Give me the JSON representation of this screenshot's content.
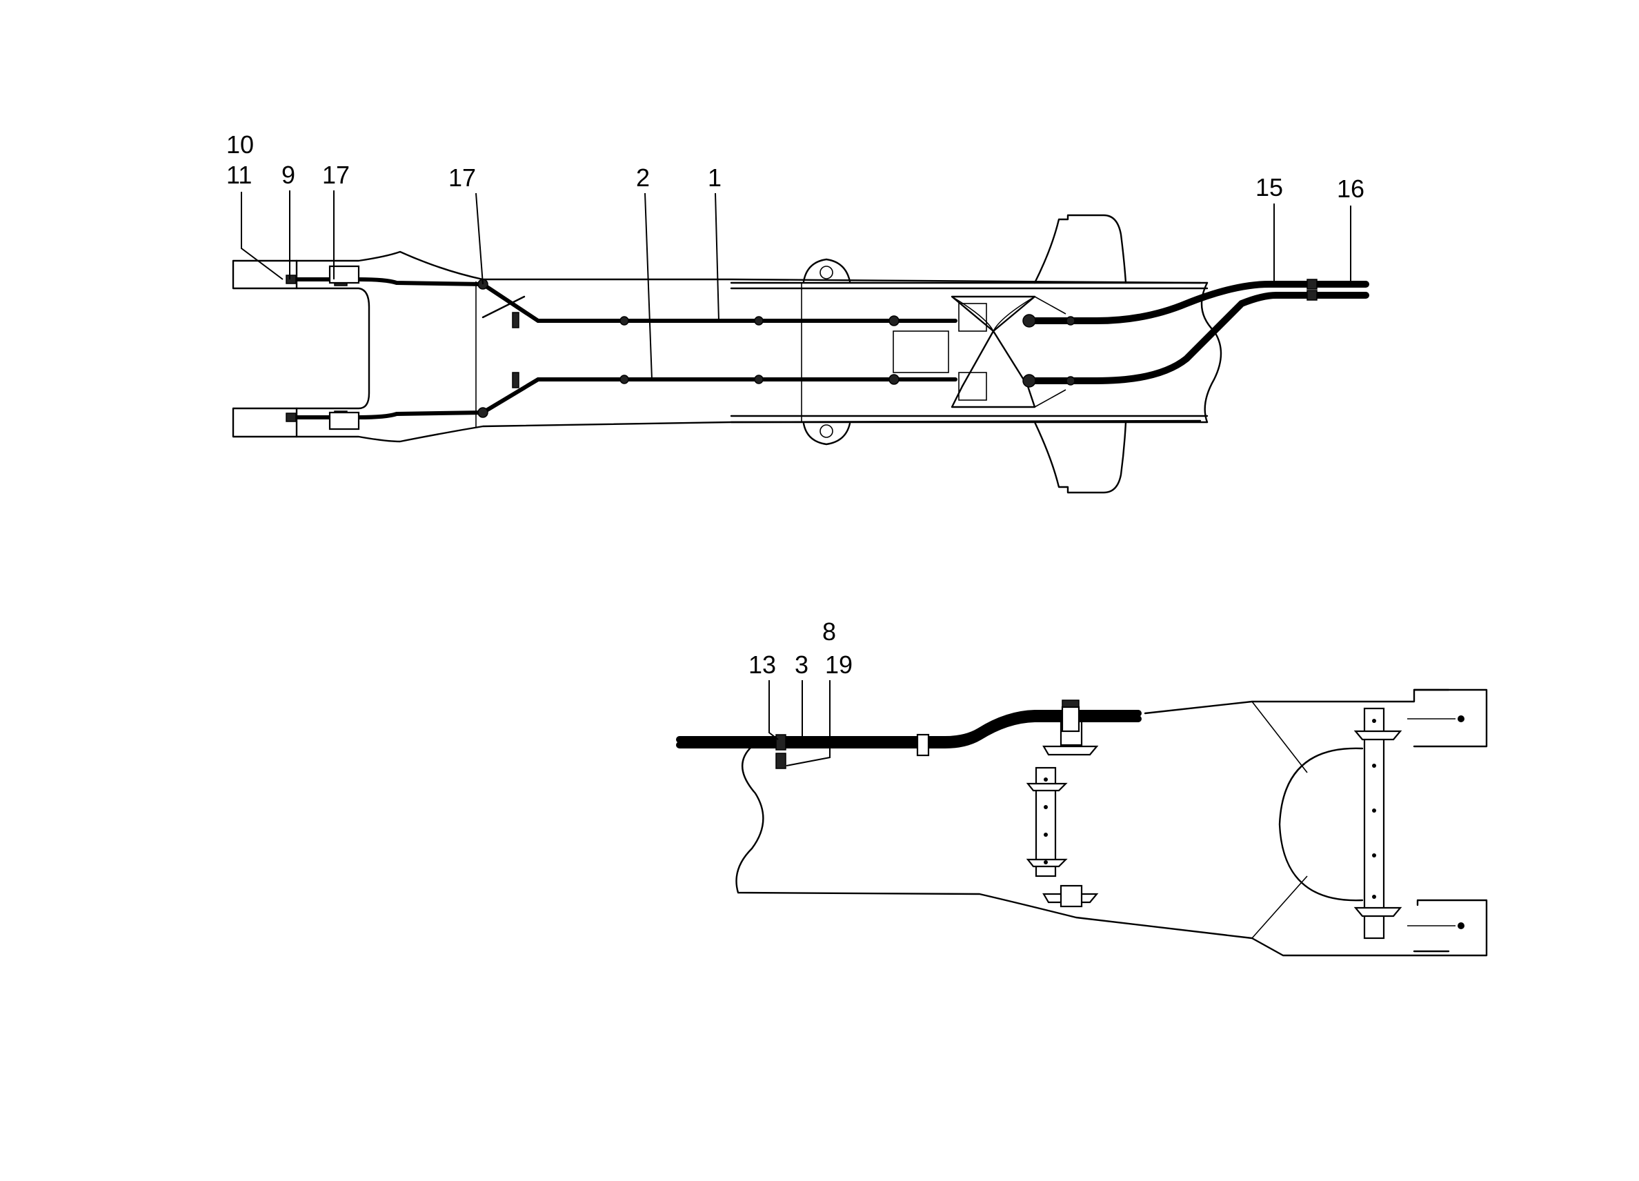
{
  "callouts": {
    "top_10": "10",
    "top_11": "11",
    "top_9": "9",
    "top_17a": "17",
    "top_17b": "17",
    "top_2": "2",
    "top_1": "1",
    "top_15": "15",
    "top_16": "16",
    "bottom_8": "8",
    "bottom_13": "13",
    "bottom_3": "3",
    "bottom_19": "19"
  }
}
